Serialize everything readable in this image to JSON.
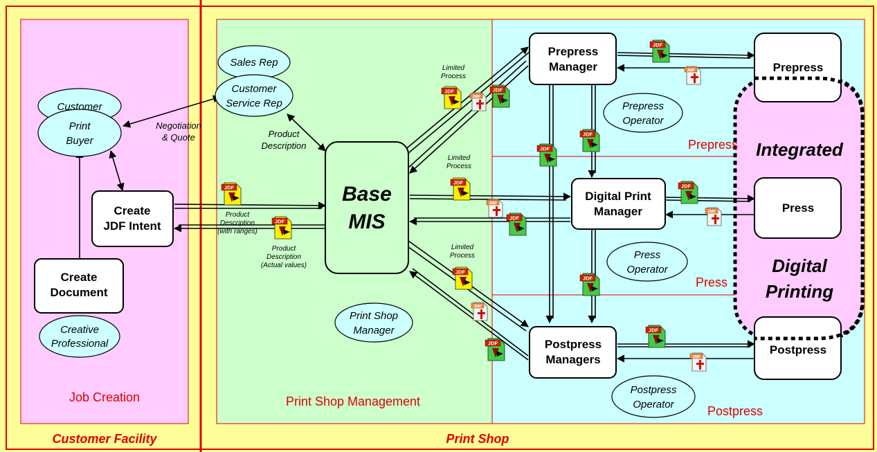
{
  "regions": {
    "customer_facility": "Customer Facility",
    "print_shop": "Print Shop",
    "job_creation": "Job Creation",
    "print_shop_management": "Print Shop Management",
    "prepress": "Prepress",
    "press": "Press",
    "postpress": "Postpress",
    "integrated": "Integrated",
    "digital_printing": "Digital Printing"
  },
  "boxes": {
    "create_jdf_intent": [
      "Create",
      "JDF Intent"
    ],
    "create_document": [
      "Create",
      "Document"
    ],
    "base_mis": [
      "Base",
      "MIS"
    ],
    "prepress_manager": [
      "Prepress",
      "Manager"
    ],
    "digital_print_manager": [
      "Digital Print",
      "Manager"
    ],
    "postpress_managers": [
      "Postpress",
      "Managers"
    ],
    "prepress_device": "Prepress",
    "press_device": "Press",
    "postpress_device": "Postpress"
  },
  "roles": {
    "customer": "Customer",
    "print_buyer": [
      "Print",
      "Buyer"
    ],
    "creative_professional": [
      "Creative",
      "Professional"
    ],
    "sales_rep": "Sales Rep",
    "customer_service_rep": [
      "Customer",
      "Service Rep"
    ],
    "print_shop_manager": [
      "Print Shop",
      "Manager"
    ],
    "prepress_operator": [
      "Prepress",
      "Operator"
    ],
    "press_operator": [
      "Press",
      "Operator"
    ],
    "postpress_operator": [
      "Postpress",
      "Operator"
    ]
  },
  "annotations": {
    "negotiation": [
      "Negotiation",
      "& Quote"
    ],
    "product_description": [
      "Product",
      "Description"
    ],
    "pd_ranges": [
      "Product",
      "Description",
      "(with ranges)"
    ],
    "pd_actual": [
      "Product",
      "Description",
      "(Actual values)"
    ],
    "limited_process": [
      "Limited",
      "Process"
    ]
  },
  "icons": {
    "jdf": "JDF",
    "jmf": "JMF"
  },
  "colors": {
    "background": "#ffff99",
    "job_creation": "#ffccff",
    "management": "#ccffcc",
    "production": "#ccffff",
    "ellipse": "#ccffff",
    "region_border": "#e00000"
  }
}
